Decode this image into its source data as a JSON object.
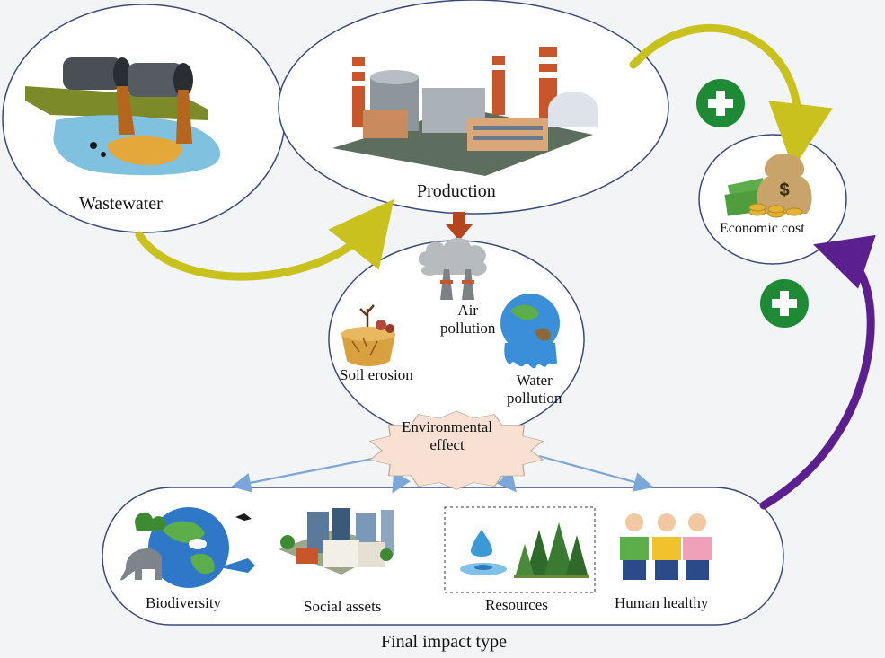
{
  "nodes": {
    "wastewater": "Wastewater",
    "production": "Production",
    "economic_cost": "Economic cost",
    "air_pollution": "Air\npollution",
    "soil_erosion": "Soil erosion",
    "water_pollution": "Water\npollution",
    "environmental_effect": "Environmental\neffect"
  },
  "impacts": {
    "biodiversity": "Biodiversity",
    "social_assets": "Social assets",
    "resources": "Resources",
    "human_healthy": "Human healthy"
  },
  "footer": {
    "title": "Final impact type"
  },
  "icons": [
    "wastewater-pipes-icon",
    "factory-icon",
    "money-bag-icon",
    "plus-icon",
    "smoke-stacks-icon",
    "dry-soil-icon",
    "melting-earth-icon",
    "starburst-icon",
    "earth-wildlife-icon",
    "city-buildings-icon",
    "water-drop-icon",
    "forest-icon",
    "people-icon"
  ],
  "colors": {
    "yellow_arrow": "#c9c21e",
    "purple_arrow": "#5b1f8f",
    "brown_arrow": "#b5451c",
    "blue_arrow": "#7aa7d8",
    "plus_green": "#1f8a35",
    "ellipse_stroke": "#3a4a78",
    "starburst_fill": "#f8e1d3"
  }
}
